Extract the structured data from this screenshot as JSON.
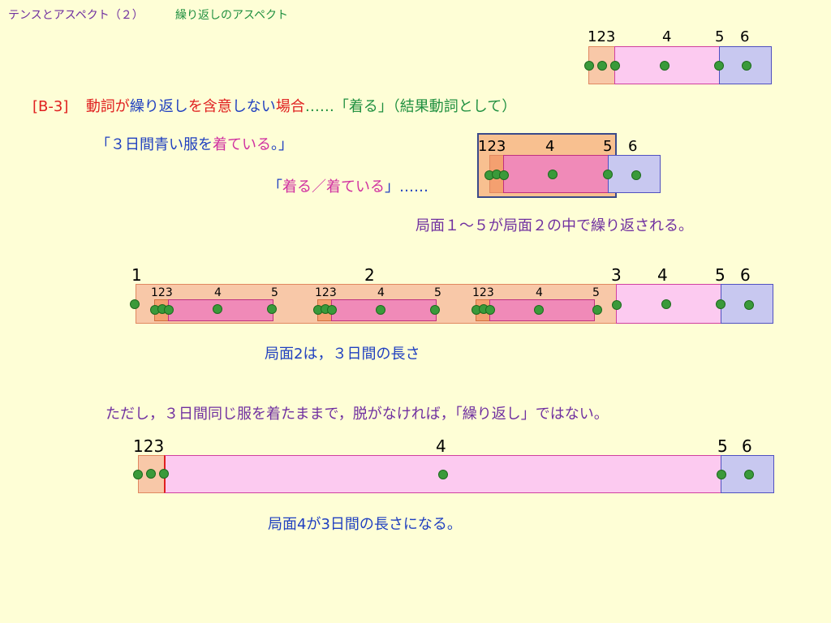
{
  "header": {
    "title": "テンスとアスペクト（２）",
    "subtitle": "繰り返しのアスペクト"
  },
  "case": {
    "label": "[B-3]",
    "part1": "動詞が",
    "part2": "繰り返し",
    "part3": "を含意",
    "part4": "しない",
    "part5": "場合",
    "part6": "……「",
    "part7": "着る",
    "part8": "」（結果動詞として）"
  },
  "example": {
    "open": "「３日間青い服を",
    "verb": "着ている",
    "close": "。」"
  },
  "pair": {
    "open": "「",
    "text": "着る／着ている",
    "close": "」……"
  },
  "notes": {
    "repeat": "局面１〜５が局面２の中で繰り返される。",
    "phase2": "局面2は，３日間の長さ",
    "but": "ただし，３日間同じ服を着たままで，脱がなければ，「繰り返し」ではない。",
    "phase4": "局面4が3日間の長さになる。"
  },
  "labels": {
    "d1": {
      "n123": "123",
      "n4": "4",
      "n5": "5",
      "n6": "6"
    },
    "d2": {
      "n123": "123",
      "n4": "4",
      "n5": "5",
      "n6": "6"
    },
    "d3": {
      "n1": "1",
      "n2": "2",
      "n3": "3",
      "n4": "4",
      "n5": "5",
      "n6": "6",
      "s123": "123",
      "s4": "4",
      "s5": "5"
    },
    "d4": {
      "n123": "123",
      "n4": "4",
      "n5": "5",
      "n6": "6"
    }
  },
  "colors": {
    "phase_start": "#f8c8a8",
    "phase_main": "#fccaf0",
    "phase_end": "#c8c8f0",
    "dot": "#3a9a3a",
    "highlight_frame": "#3a4a8a"
  }
}
